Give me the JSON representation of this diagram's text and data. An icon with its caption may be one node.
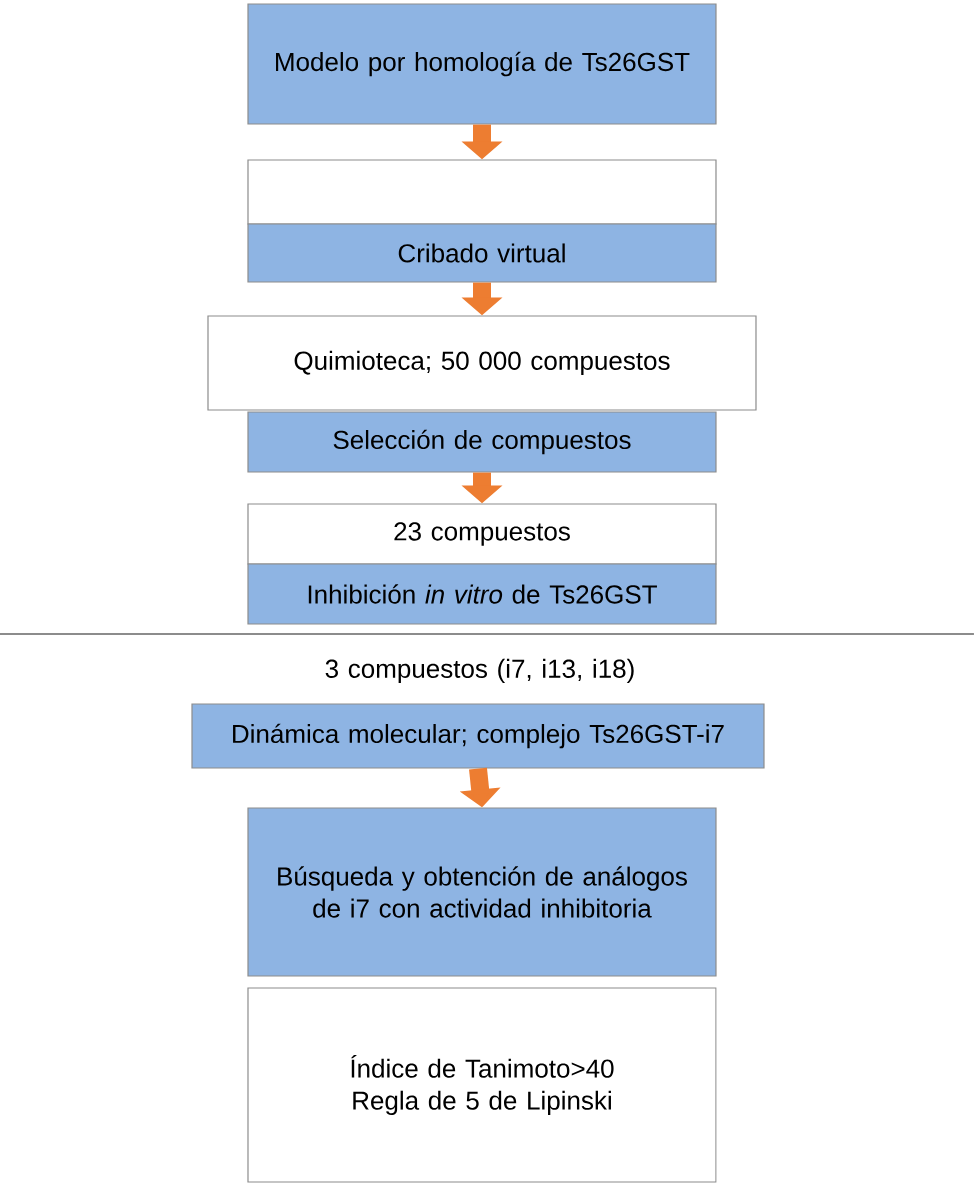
{
  "diagram": {
    "nodes": [
      {
        "text": [
          "Modelo por homología de Ts26GST"
        ]
      },
      {
        "text": [],
        "shape": "box"
      },
      {
        "text": [
          "Cribado virtual"
        ]
      },
      {
        "text": [
          "Quimioteca; 50 000 compuestos"
        ]
      },
      {
        "text": [
          "Selección de compuestos"
        ]
      },
      {
        "text": [
          "23 compuestos"
        ]
      },
      {
        "text": [
          "Inhibición *in vitro* de Ts26GST"
        ]
      },
      {
        "text": [
          "3 compuestos (i7, i13, i18)"
        ]
      },
      {
        "text": [
          "Dinámica molecular; complejo Ts26GST-i7"
        ]
      },
      {
        "text": [
          "Búsqueda y obtención de análogos de i7 con actividad inhibitoria"
        ]
      },
      {
        "text": [
          "Índice de Tanimoto>40 Regla de 5 de Lipinski"
        ]
      }
    ],
    "edges": [
      {
        "from": 0,
        "to": 1,
        "arrow": "to"
      },
      {
        "from": 2,
        "to": 3,
        "arrow": "to"
      },
      {
        "from": 4,
        "to": 5,
        "arrow": "to"
      },
      {
        "from": 8,
        "to": 9,
        "arrow": "to"
      }
    ]
  }
}
